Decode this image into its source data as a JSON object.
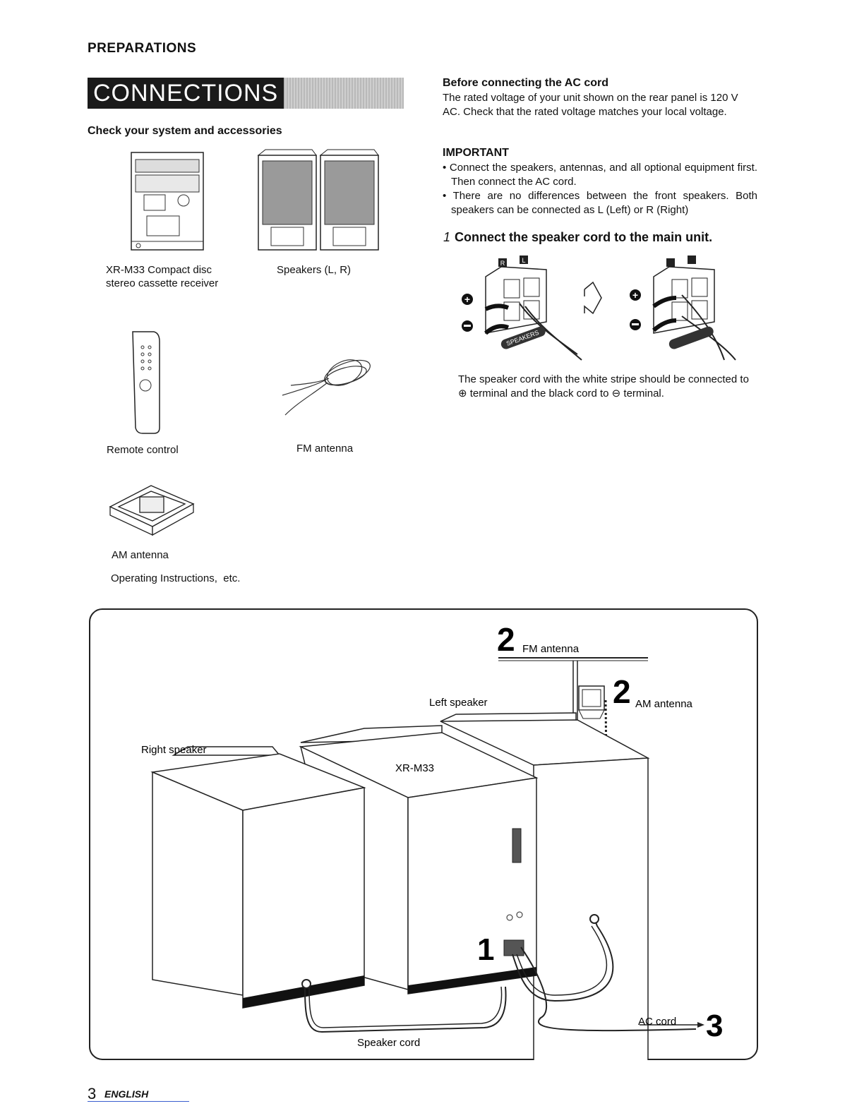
{
  "header": {
    "section": "PREPARATIONS",
    "title": "CONNECTIONS"
  },
  "accessories": {
    "heading": "Check your system and accessories",
    "items": [
      {
        "label": "XR-M33 Compact disc\nstereo cassette receiver"
      },
      {
        "label": "Speakers (L, R)"
      },
      {
        "label": "Remote control"
      },
      {
        "label": "FM antenna"
      },
      {
        "label": "AM antenna"
      },
      {
        "label": "Operating Instructions,  etc."
      }
    ]
  },
  "ac_cord": {
    "heading": "Before connecting the AC cord",
    "text": "The rated voltage of your unit shown on the rear panel is 120 V AC. Check that the rated voltage matches your local voltage."
  },
  "important": {
    "heading": "IMPORTANT",
    "bullets": [
      "• Connect the speakers, antennas, and all optional equipment first. Then connect the AC cord.",
      "• There are no differences between the front speakers. Both speakers can be connected as L (Left) or R (Right)"
    ]
  },
  "step1": {
    "number": "1",
    "heading": "Connect the speaker cord to the main unit.",
    "terminal_labels": {
      "r": "R",
      "l": "L"
    },
    "cord_label": "SPEAKERS",
    "note": "The speaker cord with the white stripe should be connected to ⊕ terminal and the black cord to ⊖ terminal."
  },
  "diagram": {
    "labels": {
      "fm_num": "2",
      "fm": "FM antenna",
      "am_num": "2",
      "am": "AM antenna",
      "left_speaker": "Left speaker",
      "right_speaker": "Right speaker",
      "unit": "XR-M33",
      "step1_num": "1",
      "speaker_cord": "Speaker cord",
      "ac_cord": "AC cord",
      "step3_num": "3"
    }
  },
  "footer": {
    "page": "3",
    "lang": "ENGLISH"
  }
}
